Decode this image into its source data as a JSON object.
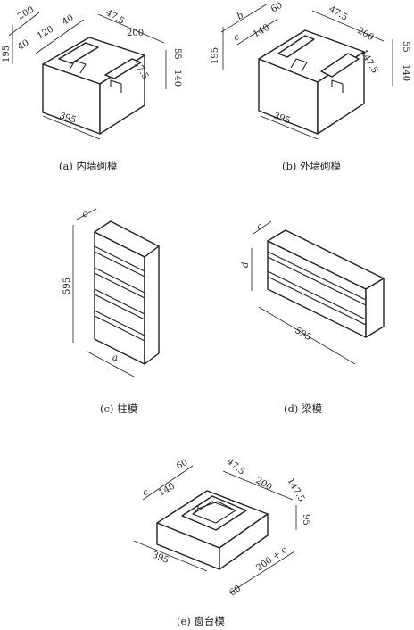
{
  "captions": {
    "a": "(a) 内墙砌模",
    "b": "(b) 外墙砌模",
    "c": "(c) 柱模",
    "d": "(d) 梁模",
    "e": "(e) 窗台模"
  },
  "dims": {
    "a": {
      "d200": "200",
      "d120": "120",
      "d40a": "40",
      "d40b": "40",
      "d195": "195",
      "d47_5a": "47.5",
      "d200b": "200",
      "d55": "55",
      "d47_5b": "47.5",
      "d140": "140",
      "d395": "395"
    },
    "b": {
      "b": "b",
      "d60": "60",
      "c": "c",
      "d140a": "140",
      "d195": "195",
      "d47_5": "47.5",
      "d200": "200",
      "d55": "55",
      "d147_5": "147.5",
      "d140b": "140",
      "d395": "395"
    },
    "c": {
      "c": "c",
      "d595": "595",
      "a": "a"
    },
    "d": {
      "c": "c",
      "d": "d",
      "d595": "595"
    },
    "e": {
      "d60a": "60",
      "c": "c",
      "d140": "140",
      "d47_5": "47.5",
      "d200": "200",
      "d147_5": "147.5",
      "d95": "95",
      "d395": "395",
      "d200c": "200 + c",
      "d60b": "60"
    }
  }
}
